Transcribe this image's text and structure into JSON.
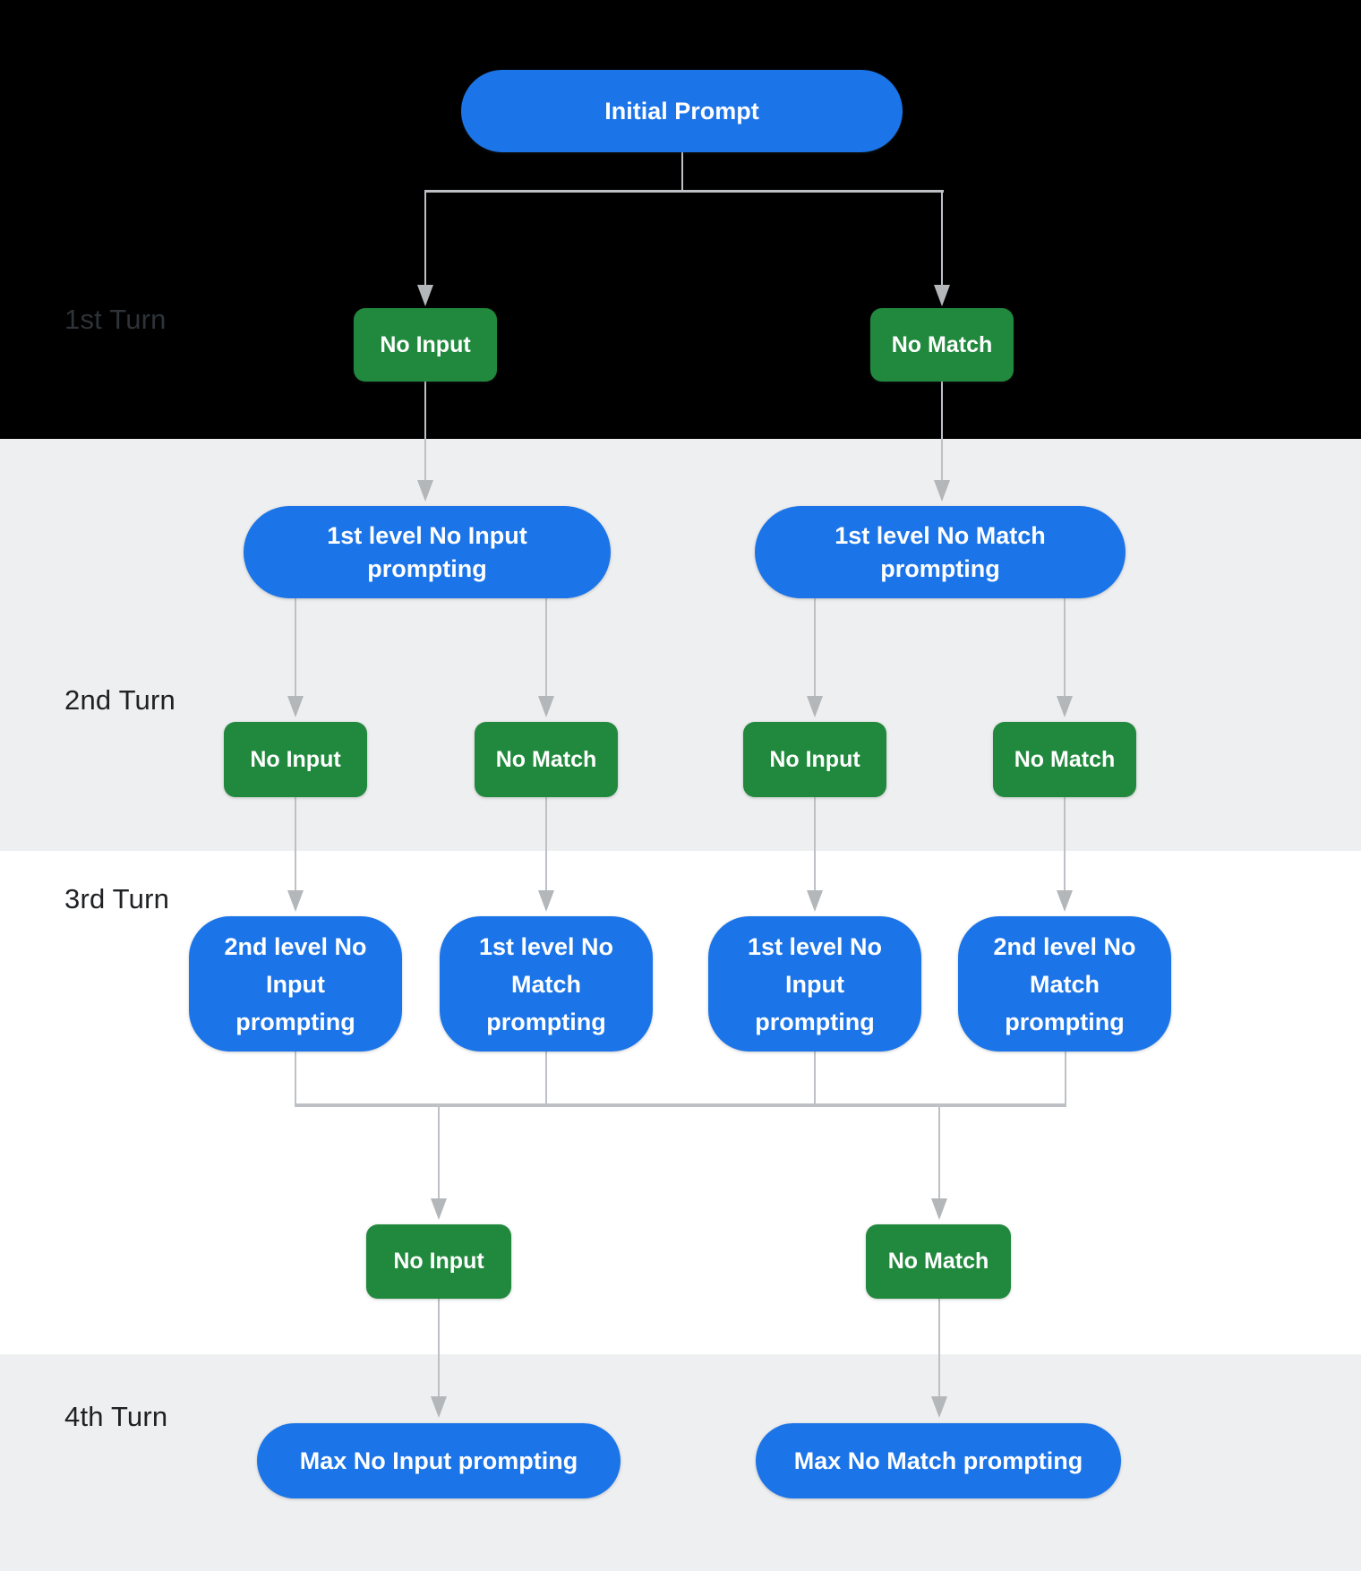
{
  "turns": [
    {
      "label": "1st Turn"
    },
    {
      "label": "2nd Turn"
    },
    {
      "label": "3rd Turn"
    },
    {
      "label": "4th Turn"
    }
  ],
  "nodes": {
    "initial_prompt": {
      "label": "Initial Prompt"
    },
    "turn1_no_input": {
      "label": "No Input"
    },
    "turn1_no_match": {
      "label": "No Match"
    },
    "level1_no_input_prompting": {
      "label": "1st level No Input\nprompting"
    },
    "level1_no_match_prompting": {
      "label": "1st level No Match\nprompting"
    },
    "turn2_no_input_a": {
      "label": "No Input"
    },
    "turn2_no_match_a": {
      "label": "No Match"
    },
    "turn2_no_input_b": {
      "label": "No Input"
    },
    "turn2_no_match_b": {
      "label": "No Match"
    },
    "level2_no_input_prompting": {
      "label": "2nd level No\nInput\nprompting"
    },
    "level1_no_match_prompting_2": {
      "label": "1st level No\nMatch\nprompting"
    },
    "level1_no_input_prompting_2": {
      "label": "1st level No\nInput\nprompting"
    },
    "level2_no_match_prompting": {
      "label": "2nd level No\nMatch\nprompting"
    },
    "turn3_no_input": {
      "label": "No Input"
    },
    "turn3_no_match": {
      "label": "No Match"
    },
    "max_no_input_prompting": {
      "label": "Max No Input prompting"
    },
    "max_no_match_prompting": {
      "label": "Max No Match prompting"
    }
  },
  "colors": {
    "node_blue": "#1b74e8",
    "node_green": "#21893d",
    "band_black": "#000000",
    "band_gray": "#eeeff0",
    "band_white": "#ffffff",
    "connector_gray": "#bdc1c5",
    "label_dark": "#202124",
    "node_text": "#ffffff"
  }
}
